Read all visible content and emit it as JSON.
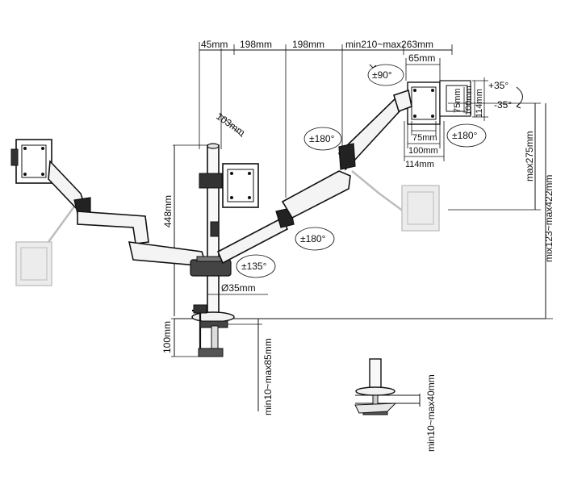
{
  "dimensions": {
    "top_45": "45mm",
    "top_198a": "198mm",
    "top_198b": "198mm",
    "top_min_max": "min210~max263mm",
    "vesa_65": "65mm",
    "rot_90": "±90°",
    "arm_103": "103mm",
    "rot_180_left": "±180°",
    "vesa_75_h": "75mm",
    "vesa_100_h": "100mm",
    "vesa_114_h": "114mm",
    "vesa_75_v": "75mm",
    "vesa_100_v": "100mm",
    "vesa_114_v": "114mm",
    "tilt_up": "+35°",
    "tilt_down": "-35°",
    "rot_180_right": "±180°",
    "height_448": "448mm",
    "rot_180_mid": "±180°",
    "max_275": "max275mm",
    "mix_123_422": "mix123~max422mm",
    "rot_135": "±135°",
    "pole_35": "Ø35mm",
    "clamp_100": "100mm",
    "clamp_10_85": "min10~max85mm",
    "grommet_10_40": "min10~max40mm"
  }
}
